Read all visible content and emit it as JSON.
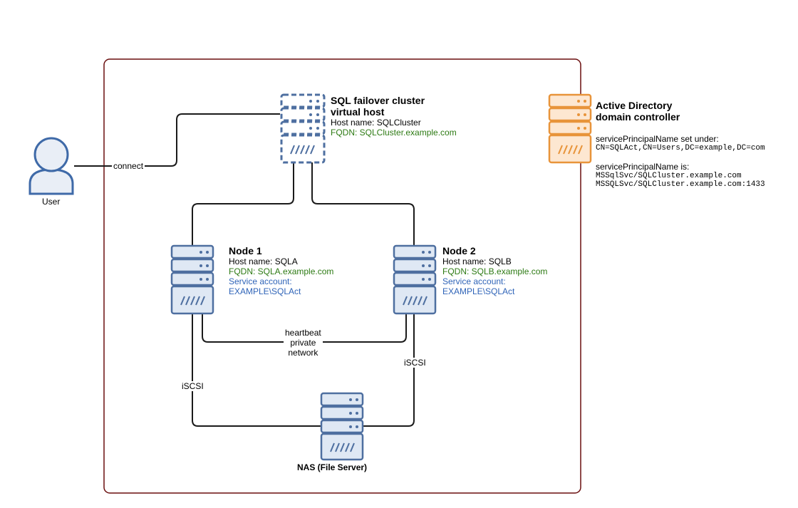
{
  "colors": {
    "boundary": "#6a0f0f",
    "server_stroke": "#4e6fa0",
    "server_fill": "#dfe8f4",
    "dc_stroke": "#e8943a",
    "dc_fill": "#fde7d1",
    "user_stroke": "#3f6aa8",
    "user_fill": "#e9eef6",
    "fqdn_text": "#2d7a13",
    "service_text": "#2f64b8",
    "line": "#1a1a1a"
  },
  "user": {
    "label": "User"
  },
  "edges": {
    "connect": "connect",
    "heartbeat": [
      "heartbeat",
      "private",
      "network"
    ],
    "iscsi_left": "iSCSI",
    "iscsi_right": "iSCSI"
  },
  "virtual_host": {
    "title_line1": "SQL failover cluster",
    "title_line2": "virtual host",
    "host_name": "Host name: SQLCluster",
    "fqdn": "FQDN: SQLCluster.example.com"
  },
  "node1": {
    "title": "Node 1",
    "host_name": "Host name: SQLA",
    "fqdn": "FQDN: SQLA.example.com",
    "service_label": "Service account:",
    "service_account": "EXAMPLE\\SQLAct"
  },
  "node2": {
    "title": "Node 2",
    "host_name": "Host name: SQLB",
    "fqdn": "FQDN: SQLB.example.com",
    "service_label": "Service account:",
    "service_account": "EXAMPLE\\SQLAct"
  },
  "nas": {
    "label": "NAS (File Server)"
  },
  "domain_controller": {
    "title_line1": "Active Directory",
    "title_line2": "domain controller",
    "spn_set_label": "servicePrincipalName set under:",
    "spn_set_value": "CN=SQLAct,CN=Users,DC=example,DC=com",
    "spn_is_label": "servicePrincipalName is:",
    "spn_values": [
      "MSSqlSvc/SQLCluster.example.com",
      "MSSQLSvc/SQLCluster.example.com:1433"
    ]
  }
}
